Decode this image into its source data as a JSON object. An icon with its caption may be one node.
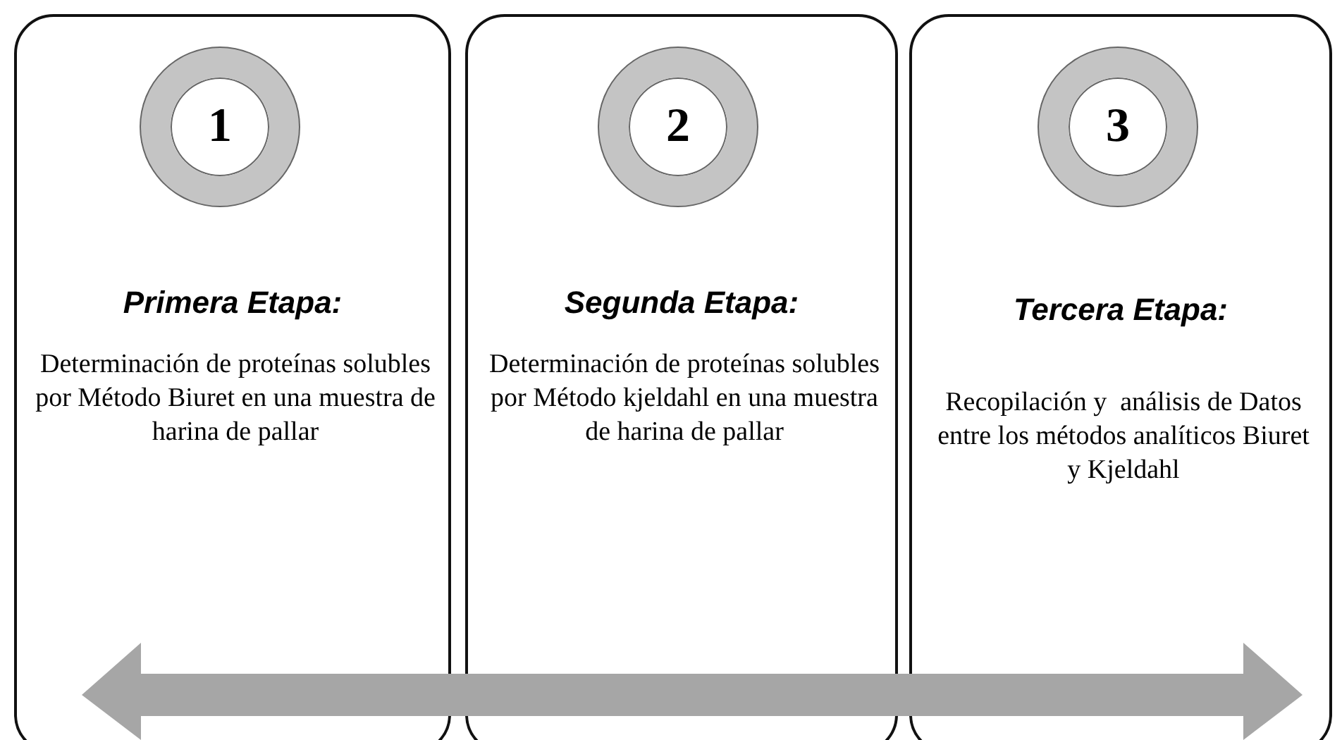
{
  "diagram": {
    "nodes": [
      {
        "text": [
          "Primera Etapa:",
          "Determinación de proteínas solubles por Método Biuret en una muestra de harina de pallar"
        ]
      },
      {
        "text": [
          "1"
        ],
        "in": 0
      },
      {
        "text": [
          "Segunda Etapa:",
          "Determinación de proteínas solubles por Método kjeldahl en una muestra de harina de pallar"
        ]
      },
      {
        "text": [
          "2"
        ],
        "in": 2
      },
      {
        "text": [
          "Tercera Etapa:",
          "Recopilación y  análisis de Datos entre los métodos analíticos Biuret y Kjeldahl"
        ]
      },
      {
        "text": [
          "3"
        ],
        "in": 4
      }
    ]
  }
}
